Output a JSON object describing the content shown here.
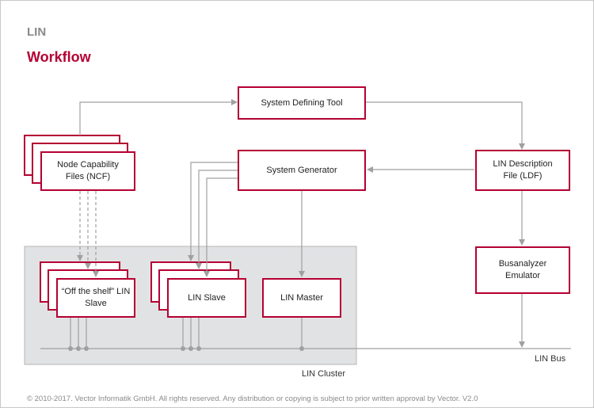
{
  "header": {
    "section": "LIN",
    "title": "Workflow"
  },
  "nodes": {
    "system_defining_tool": "System Defining Tool",
    "node_capability_files": "Node Capability Files (NCF)",
    "system_generator": "System Generator",
    "lin_description_file": "LIN Description File (LDF)",
    "off_the_shelf_slave": "“Off the shelf” LIN Slave",
    "lin_slave": "LIN Slave",
    "lin_master": "LIN Master",
    "busanalyzer_emulator": "Busanalyzer Emulator"
  },
  "labels": {
    "cluster": "LIN Cluster",
    "bus": "LIN Bus"
  },
  "footer": {
    "copyright": "© 2010-2017. Vector Informatik GmbH. All rights reserved. Any distribution or copying is subject to prior written approval by Vector. V2.0"
  },
  "colors": {
    "accent": "#b40032",
    "connector": "#a0a0a0",
    "cluster_fill": "#e1e2e4",
    "title_gray": "#8a8a8a"
  }
}
